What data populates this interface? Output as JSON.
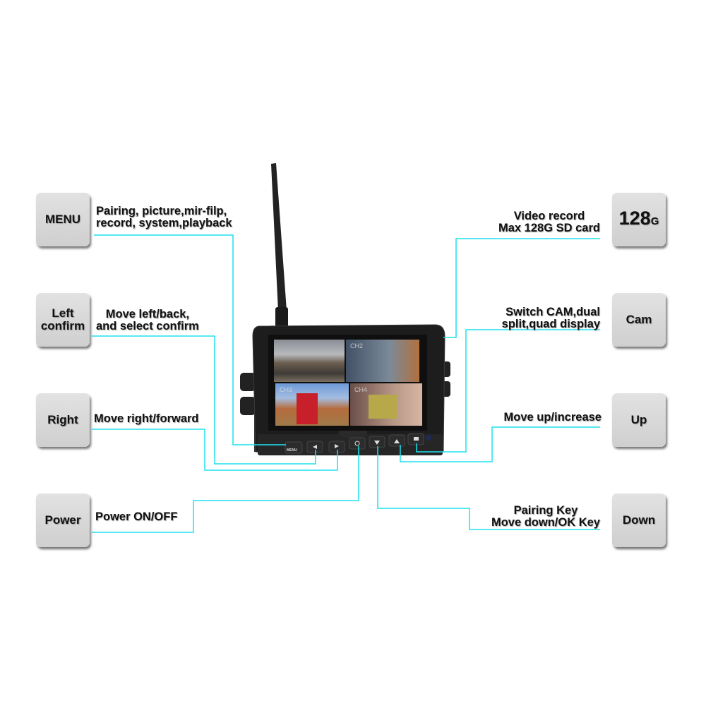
{
  "left_keys": [
    {
      "key": "MENU",
      "desc": [
        "Pairing, picture,mir-filp,",
        "record, system,playback"
      ]
    },
    {
      "key": [
        "Left",
        "confirm"
      ],
      "desc": [
        "Move left/back,",
        "and select confirm"
      ]
    },
    {
      "key": "Right",
      "desc": [
        "Move right/forward"
      ]
    },
    {
      "key": "Power",
      "desc": [
        "Power ON/OFF"
      ]
    }
  ],
  "right_keys": [
    {
      "key": "128",
      "key_suffix": "G",
      "desc": [
        "Video record",
        "Max 128G SD card"
      ]
    },
    {
      "key": "Cam",
      "desc": [
        "Switch CAM,dual",
        "split,quad display"
      ]
    },
    {
      "key": "Up",
      "desc": [
        "Move up/increase"
      ]
    },
    {
      "key": "Down",
      "desc": [
        "Pairing Key",
        "Move down/OK Key"
      ]
    }
  ],
  "monitor": {
    "menu_button": "MENU",
    "channels": [
      "CH2",
      "CH3",
      "CH4"
    ]
  },
  "colors": {
    "line": "#1fe0ef"
  }
}
